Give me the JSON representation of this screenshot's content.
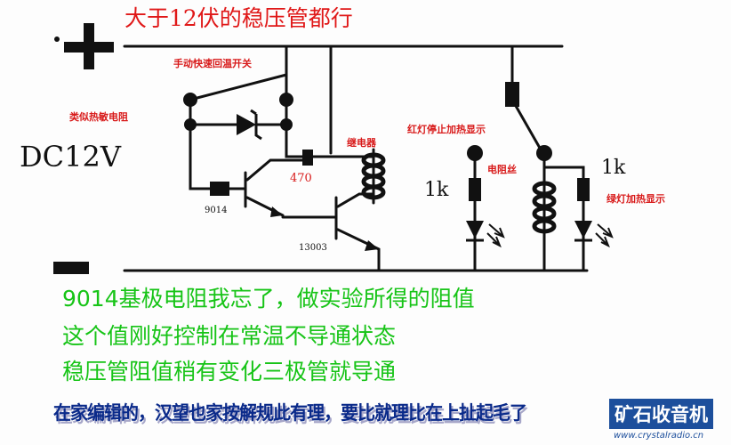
{
  "title": "大于12伏的稳压管都行",
  "supply": {
    "plus": "+",
    "minus": "−",
    "voltage": "DC12V"
  },
  "labels": {
    "manual_switch": "手动快速回温开关",
    "thermistor_like": "类似热敏电阻",
    "relay": "继电器",
    "red_led": "红灯停止加热显示",
    "heater": "电阻丝",
    "green_led": "绿灯加热显示",
    "r1": "470",
    "r2": "1k",
    "r3": "1k",
    "q1": "9014",
    "q2": "13003"
  },
  "notes": [
    "9014基极电阻我忘了，做实验所得的阻值",
    "这个值刚好控制在常温不导通状态",
    "稳压管阻值稍有变化三极管就导通"
  ],
  "watermark": {
    "banner": "在家编辑的，汉望也家按解规此有理，要比就理比在上扯起毛了",
    "brand": "矿石收音机",
    "url": "www.crystalradio.cn"
  },
  "colors": {
    "title": "#e01818",
    "labels": "#d81a1a",
    "notes": "#17c417",
    "brand": "#1d4f9c"
  }
}
